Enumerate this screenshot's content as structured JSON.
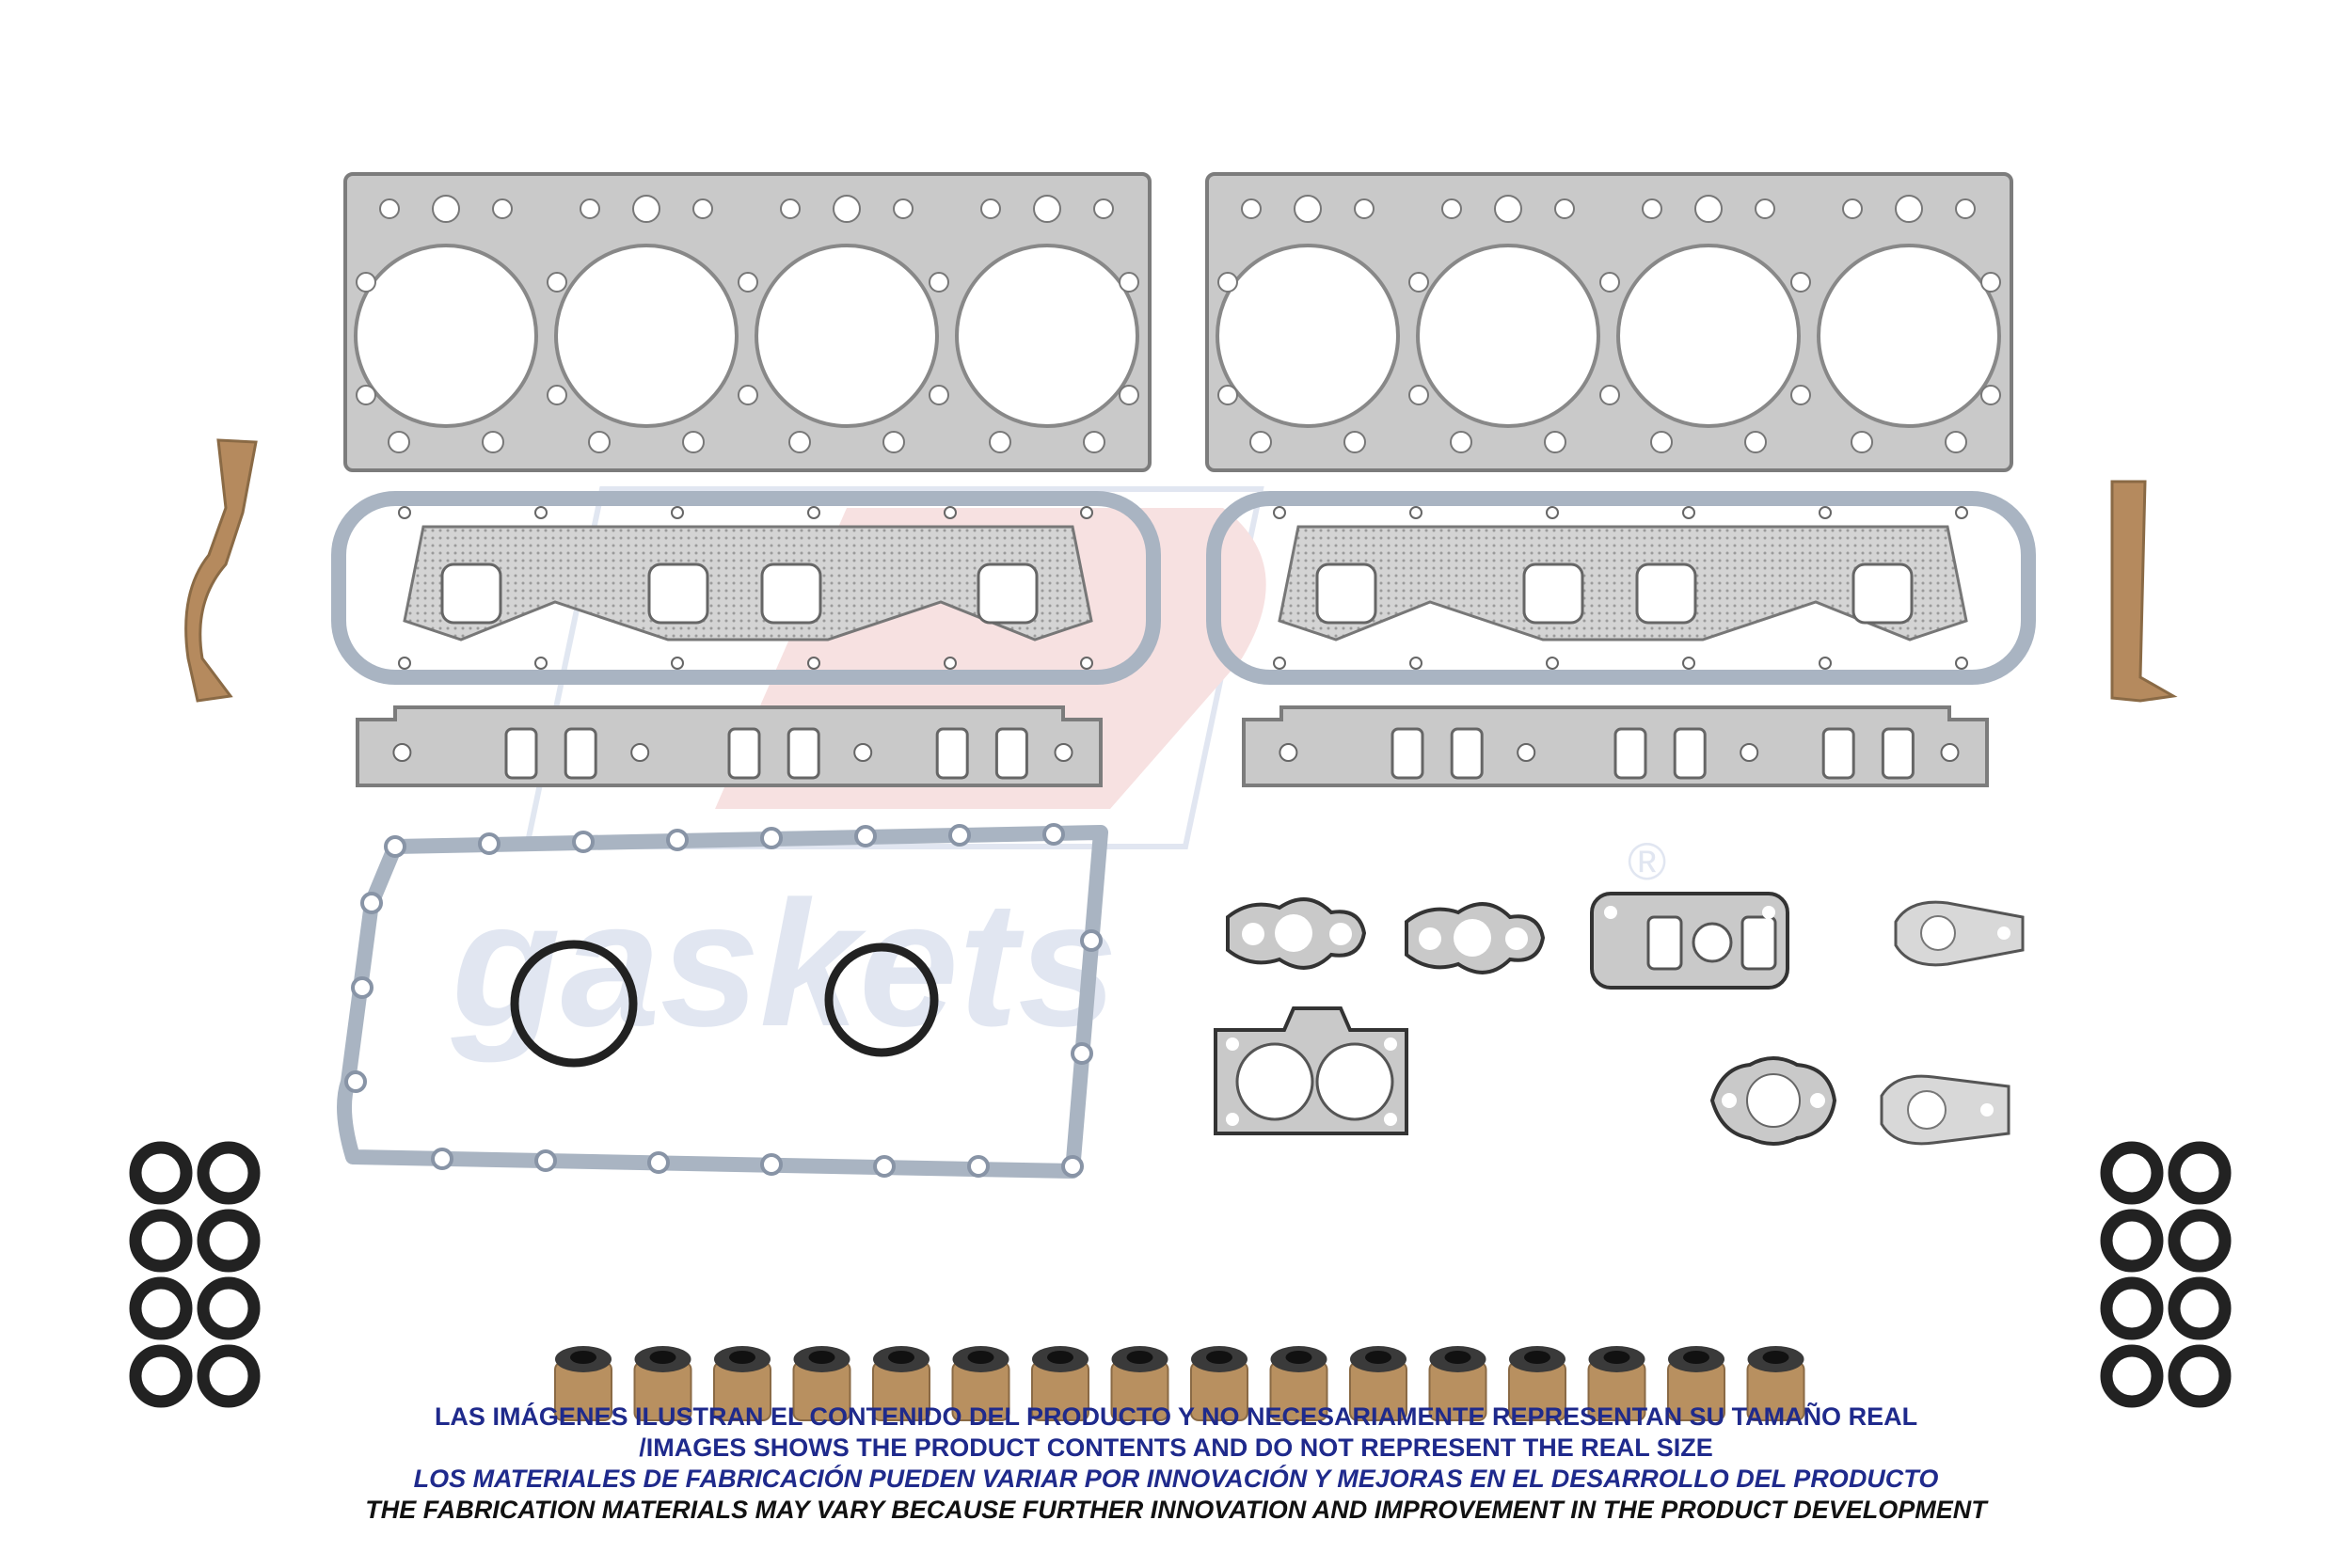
{
  "watermark": {
    "brand": "gaskets",
    "trademark": "®"
  },
  "captions": {
    "line1": "LAS IMÁGENES ILUSTRAN EL CONTENIDO DEL PRODUCTO Y NO NECESARIAMENTE REPRESENTAN SU TAMAÑO REAL",
    "line2": "/IMAGES SHOWS THE PRODUCT CONTENTS AND DO NOT REPRESENT THE REAL SIZE",
    "line3": "LOS MATERIALES DE FABRICACIÓN PUEDEN VARIAR POR INNOVACIÓN Y MEJORAS EN EL DESARROLLO DEL PRODUCTO",
    "line4": "THE FABRICATION MATERIALS MAY VARY BECAUSE FURTHER INNOVATION AND IMPROVEMENT IN THE PRODUCT DEVELOPMENT"
  },
  "colors": {
    "gasket_metal": "#c9c9c9",
    "gasket_edge": "#7c7c7c",
    "cork": "#b58a5e",
    "oring": "#222222",
    "seal_metal": "#b89060",
    "seal_rubber": "#3a3a3a",
    "watermark_red": "#f2c9c9",
    "watermark_blue": "#c9d3e6",
    "caption_blue": "#1f2a8c",
    "caption_black": "#111111"
  }
}
